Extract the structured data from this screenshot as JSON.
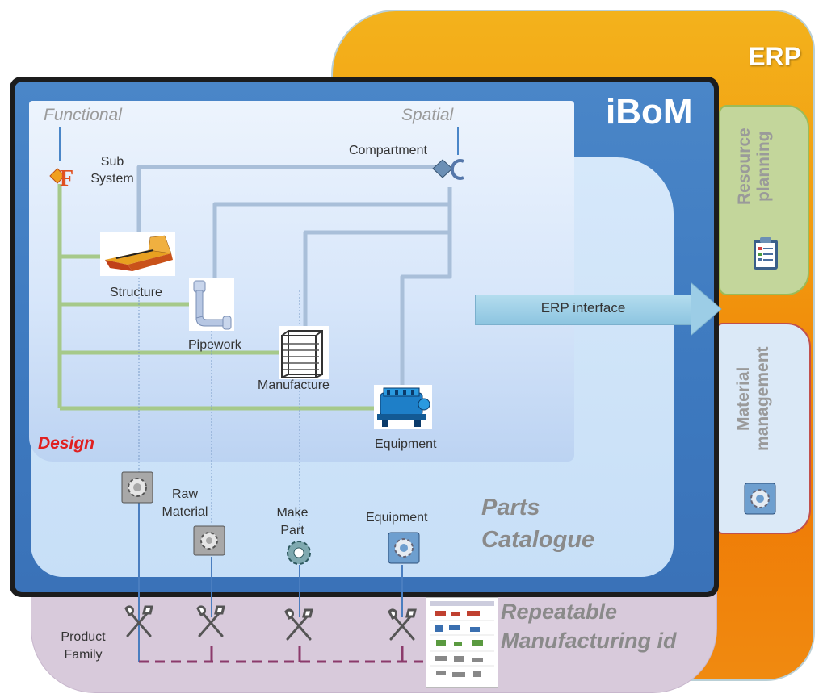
{
  "erp": {
    "title": "ERP",
    "resource": "Resource planning",
    "material": "Material management",
    "interface": "ERP interface"
  },
  "ibom": {
    "title": "iBoM",
    "functional": "Functional",
    "spatial": "Spatial",
    "sub_system": "Sub System",
    "compartment": "Compartment",
    "structure": "Structure",
    "pipework": "Pipework",
    "manufacture": "Manufacture",
    "equipment": "Equipment",
    "design": "Design"
  },
  "catalogue": {
    "title_line1": "Parts",
    "title_line2": "Catalogue",
    "raw_material": "Raw Material",
    "make_part": "Make Part",
    "equipment": "Equipment"
  },
  "rm": {
    "title_line1": "Repeatable",
    "title_line2": "Manufacturing id",
    "product_family": "Product Family"
  },
  "icons": {
    "functional": "functional-f-icon",
    "spatial": "spatial-c-icon",
    "gear": "gear-icon",
    "tools": "wrench-screwdriver-icon",
    "clipboard": "checklist-clipboard-icon"
  },
  "colors": {
    "erp_orange": "#f29a0f",
    "ibom_blue": "#3d79bf",
    "design_red": "#e02020",
    "green_line": "#a6c98a",
    "blue_line": "#a9bfd9",
    "dashed_purple": "#8b3a6b"
  }
}
